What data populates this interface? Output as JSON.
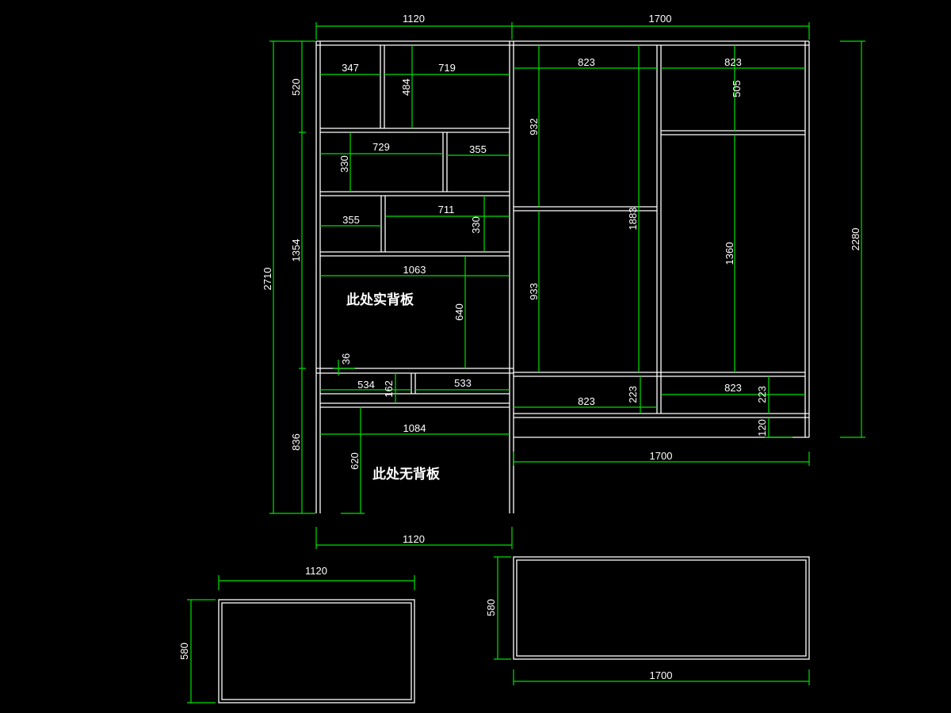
{
  "notes": {
    "solid_back": "此处实背板",
    "no_back": "此处无背板"
  },
  "dims": {
    "top_left_width": "1120",
    "top_right_width": "1700",
    "left_total_height": "2710",
    "left_h_upper": "520",
    "left_h_mid": "1354",
    "left_h_lower": "836",
    "right_total_height": "2280",
    "cell_347": "347",
    "cell_719": "719",
    "cell_484": "484",
    "cell_729": "729",
    "cell_355a": "355",
    "cell_330a": "330",
    "cell_355b": "355",
    "cell_711": "711",
    "cell_330b": "330",
    "cell_1063": "1063",
    "cell_640": "640",
    "cell_36": "36",
    "cell_534": "534",
    "cell_162": "162",
    "cell_533": "533",
    "cell_1084": "1084",
    "cell_620": "620",
    "r_823a": "823",
    "r_823b": "823",
    "r_505": "505",
    "r_932": "932",
    "r_1883": "1883",
    "r_933": "933",
    "r_1360": "1360",
    "r_823c": "823",
    "r_223a": "223",
    "r_823d": "823",
    "r_223b": "223",
    "r_120": "120",
    "right_bottom_width": "1700",
    "left_bottom_width": "1120",
    "plan_left_width": "1120",
    "plan_left_depth": "580",
    "plan_right_width": "1700",
    "plan_right_depth": "580"
  }
}
